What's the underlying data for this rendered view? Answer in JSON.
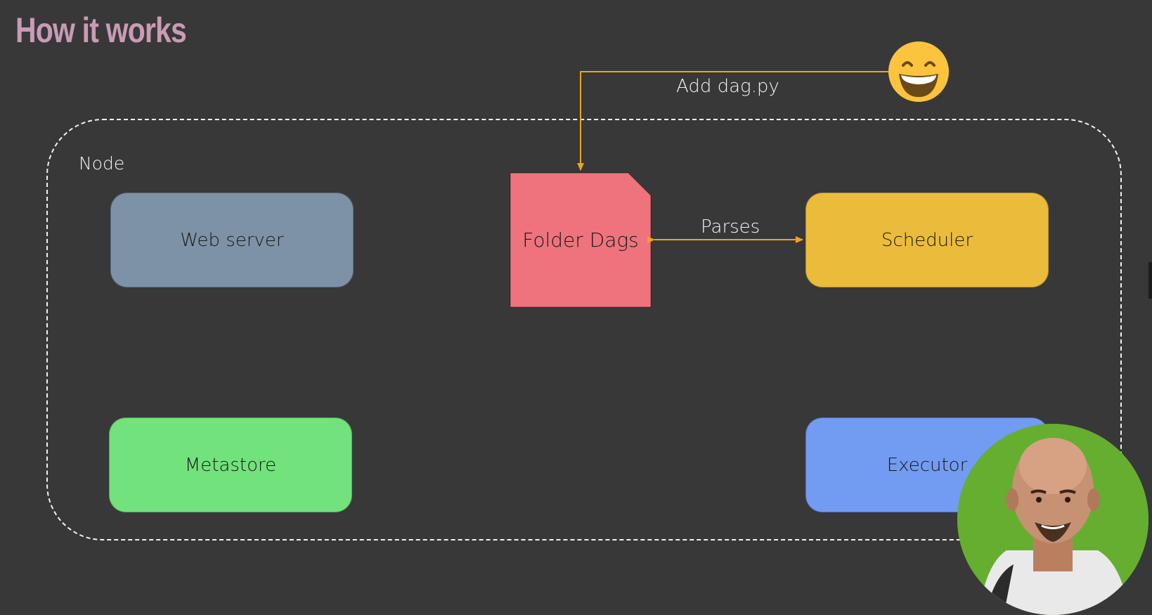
{
  "slide": {
    "title": "How it works",
    "title_color": "#c99bb5"
  },
  "diagram": {
    "node_label": "Node",
    "components": {
      "web_server": {
        "label": "Web server",
        "color": "#7d92a6"
      },
      "scheduler": {
        "label": "Scheduler",
        "color": "#ebbb3b"
      },
      "metastore": {
        "label": "Metastore",
        "color": "#71e27c"
      },
      "executor": {
        "label": "Executor",
        "color": "#729bf2"
      },
      "folder_dags": {
        "label": "Folder Dags",
        "color": "#ee737d"
      }
    },
    "edges": {
      "add_dag": {
        "label": "Add dag.py",
        "color": "#f0a320"
      },
      "parses": {
        "label": "Parses",
        "color": "#f0a320"
      }
    },
    "user_icon": "grinning-face-icon",
    "presenter_icon": "presenter-webcam"
  }
}
